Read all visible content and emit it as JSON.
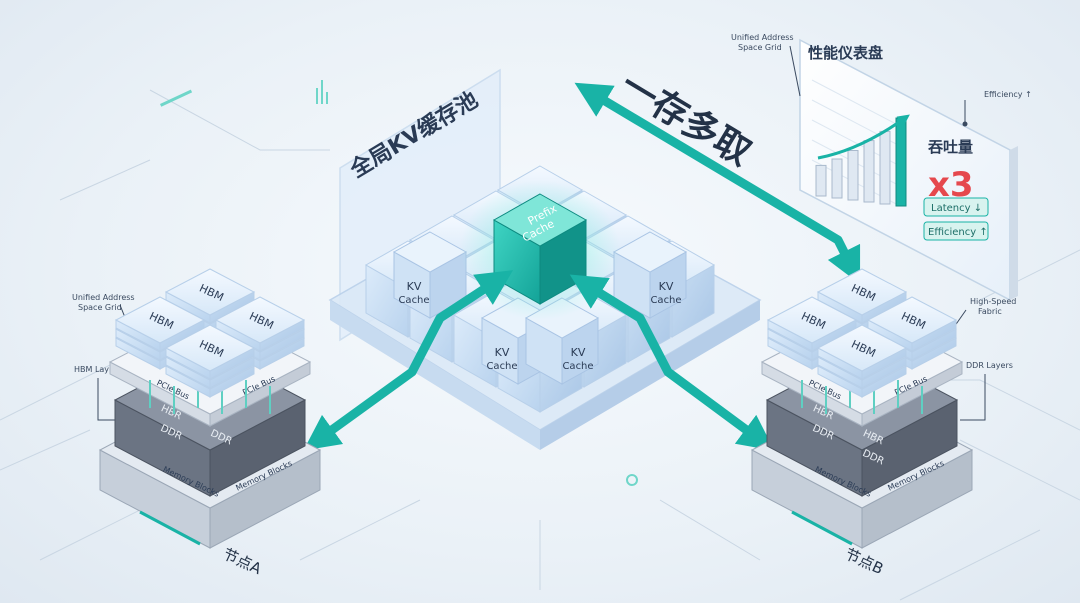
{
  "pool": {
    "title": "全局KV缓存池",
    "center_cube": "Prefix Cache",
    "kv_labels": [
      "KV Cache",
      "KV Cache",
      "KV Cache",
      "KV Cache"
    ]
  },
  "slogan": "一存多取",
  "dashboard": {
    "title": "性能仪表盘",
    "throughput_label": "吞吐量",
    "multiplier": "x3",
    "latency_badge": "Latency ↓",
    "efficiency_badge": "Efficiency ↑",
    "efficiency_callout": "Efficiency ↑",
    "bar_levels": [
      0.18,
      0.3,
      0.45,
      0.62,
      0.78,
      1.0
    ]
  },
  "annotations": {
    "left_grid": [
      "Unified Address",
      "Space Grid"
    ],
    "right_grid": [
      "Unified Address",
      "Space Grid"
    ],
    "hbm_layers": "HBM Layers",
    "high_speed": [
      "High-Speed",
      "Fabric"
    ],
    "ddr_layers": "DDR Layers"
  },
  "node_a": {
    "name": "节点A",
    "hbm": [
      "HBM",
      "HBM",
      "HBM",
      "HBM"
    ],
    "bus": [
      "PCIe Bus",
      "PCIe Bus"
    ],
    "lower": [
      "HBR",
      "DDR",
      "DDR"
    ],
    "memory": [
      "Memory Blocks",
      "Memory Blocks"
    ]
  },
  "node_b": {
    "name": "节点B",
    "hbm": [
      "HBM",
      "HBM",
      "HBM",
      "HBM"
    ],
    "bus": [
      "PCIe Bus",
      "PCIe Bus"
    ],
    "lower": [
      "HBR",
      "DDR",
      "HBR",
      "DDR"
    ],
    "memory": [
      "Memory Blocks",
      "Memory Blocks"
    ]
  },
  "colors": {
    "teal": "#19b3a6",
    "slate": "#5d6675",
    "ice": "#cfe2f6",
    "navy": "#2a3b55"
  }
}
